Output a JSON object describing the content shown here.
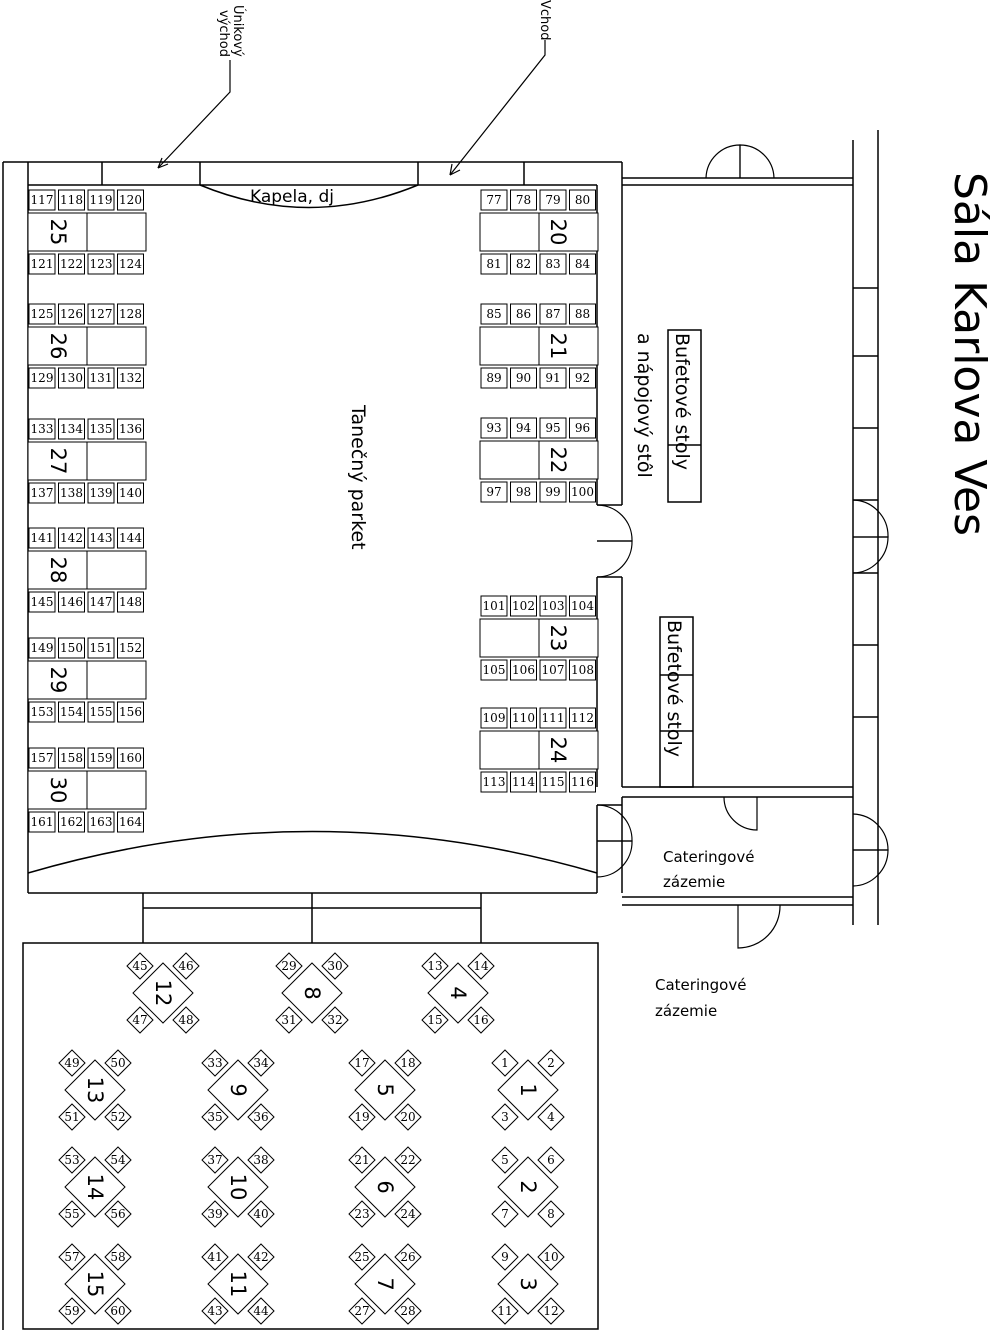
{
  "title": "Sála Karlova Ves",
  "labels": {
    "emergency_exit_1": "Únikový",
    "emergency_exit_2": "východ",
    "entrance": "Vchod",
    "band": "Kapela, dj",
    "dance_floor": "Tanečný parket",
    "buffet_drinks_1": "Bufetové stoly",
    "buffet_drinks_2": "a nápojový stôl",
    "buffet": "Bufetové stoly",
    "catering_room_1": "Cateringové",
    "catering_room_2": "zázemie",
    "catering_outside_1": "Cateringové",
    "catering_outside_2": "zázemie"
  },
  "rect_tables_left": [
    {
      "number": "25",
      "seats": [
        "117",
        "118",
        "119",
        "120",
        "121",
        "122",
        "123",
        "124"
      ]
    },
    {
      "number": "26",
      "seats": [
        "125",
        "126",
        "127",
        "128",
        "129",
        "130",
        "131",
        "132"
      ]
    },
    {
      "number": "27",
      "seats": [
        "133",
        "134",
        "135",
        "136",
        "137",
        "138",
        "139",
        "140"
      ]
    },
    {
      "number": "28",
      "seats": [
        "141",
        "142",
        "143",
        "144",
        "145",
        "146",
        "147",
        "148"
      ]
    },
    {
      "number": "29",
      "seats": [
        "149",
        "150",
        "151",
        "152",
        "153",
        "154",
        "155",
        "156"
      ]
    },
    {
      "number": "30",
      "seats": [
        "157",
        "158",
        "159",
        "160",
        "161",
        "162",
        "163",
        "164"
      ]
    }
  ],
  "rect_tables_right": [
    {
      "number": "20",
      "seats": [
        "77",
        "78",
        "79",
        "80",
        "81",
        "82",
        "83",
        "84"
      ]
    },
    {
      "number": "21",
      "seats": [
        "85",
        "86",
        "87",
        "88",
        "89",
        "90",
        "91",
        "92"
      ]
    },
    {
      "number": "22",
      "seats": [
        "93",
        "94",
        "95",
        "96",
        "97",
        "98",
        "99",
        "100"
      ]
    },
    {
      "number": "23",
      "seats": [
        "101",
        "102",
        "103",
        "104",
        "105",
        "106",
        "107",
        "108"
      ]
    },
    {
      "number": "24",
      "seats": [
        "109",
        "110",
        "111",
        "112",
        "113",
        "114",
        "115",
        "116"
      ]
    }
  ],
  "diamond_tables": [
    {
      "number": "12",
      "seats": [
        "45",
        "46",
        "47",
        "48"
      ]
    },
    {
      "number": "8",
      "seats": [
        "29",
        "30",
        "31",
        "32"
      ]
    },
    {
      "number": "4",
      "seats": [
        "13",
        "14",
        "15",
        "16"
      ]
    },
    {
      "number": "13",
      "seats": [
        "49",
        "50",
        "51",
        "52"
      ]
    },
    {
      "number": "9",
      "seats": [
        "33",
        "34",
        "35",
        "36"
      ]
    },
    {
      "number": "5",
      "seats": [
        "17",
        "18",
        "19",
        "20"
      ]
    },
    {
      "number": "1",
      "seats": [
        "1",
        "2",
        "3",
        "4"
      ]
    },
    {
      "number": "14",
      "seats": [
        "53",
        "54",
        "55",
        "56"
      ]
    },
    {
      "number": "10",
      "seats": [
        "37",
        "38",
        "39",
        "40"
      ]
    },
    {
      "number": "6",
      "seats": [
        "21",
        "22",
        "23",
        "24"
      ]
    },
    {
      "number": "2",
      "seats": [
        "5",
        "6",
        "7",
        "8"
      ]
    },
    {
      "number": "15",
      "seats": [
        "57",
        "58",
        "59",
        "60"
      ]
    },
    {
      "number": "11",
      "seats": [
        "41",
        "42",
        "43",
        "44"
      ]
    },
    {
      "number": "7",
      "seats": [
        "25",
        "26",
        "27",
        "28"
      ]
    },
    {
      "number": "3",
      "seats": [
        "9",
        "10",
        "11",
        "12"
      ]
    }
  ]
}
